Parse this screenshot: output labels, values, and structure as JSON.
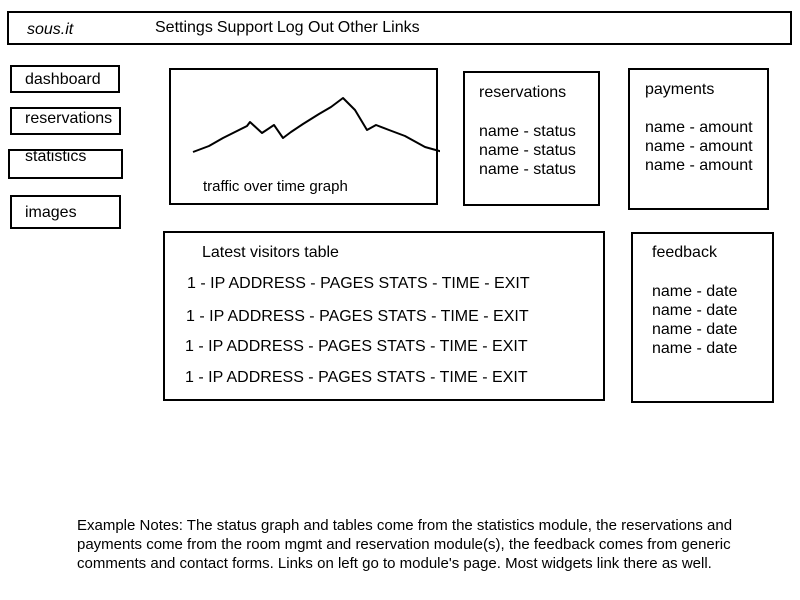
{
  "header": {
    "brand": "sous.it",
    "nav": [
      "Settings",
      "Support",
      "Log Out",
      "Other Links"
    ]
  },
  "sidebar": {
    "items": [
      {
        "label": "dashboard"
      },
      {
        "label": "reservations"
      },
      {
        "label": "statistics"
      },
      {
        "label": "images"
      }
    ]
  },
  "traffic": {
    "caption": "traffic over time graph"
  },
  "reservations": {
    "title": "reservations",
    "items": [
      "name - status",
      "name - status",
      "name - status"
    ]
  },
  "payments": {
    "title": "payments",
    "items": [
      "name - amount",
      "name - amount",
      "name - amount"
    ]
  },
  "visitors": {
    "title": "Latest visitors table",
    "rows": [
      "1 - IP ADDRESS - PAGES STATS - TIME - EXIT",
      "1 - IP ADDRESS - PAGES STATS - TIME - EXIT",
      "1 - IP ADDRESS - PAGES STATS - TIME - EXIT",
      "1 - IP ADDRESS - PAGES STATS - TIME - EXIT"
    ]
  },
  "feedback": {
    "title": "feedback",
    "items": [
      "name - date",
      "name - date",
      "name - date",
      "name - date"
    ]
  },
  "notes": "Example Notes: The status graph and tables come from the statistics module, the reservations and payments come from the room mgmt and reservation module(s), the feedback comes from generic comments and contact forms. Links on left go to module's page. Most widgets link there as well."
}
